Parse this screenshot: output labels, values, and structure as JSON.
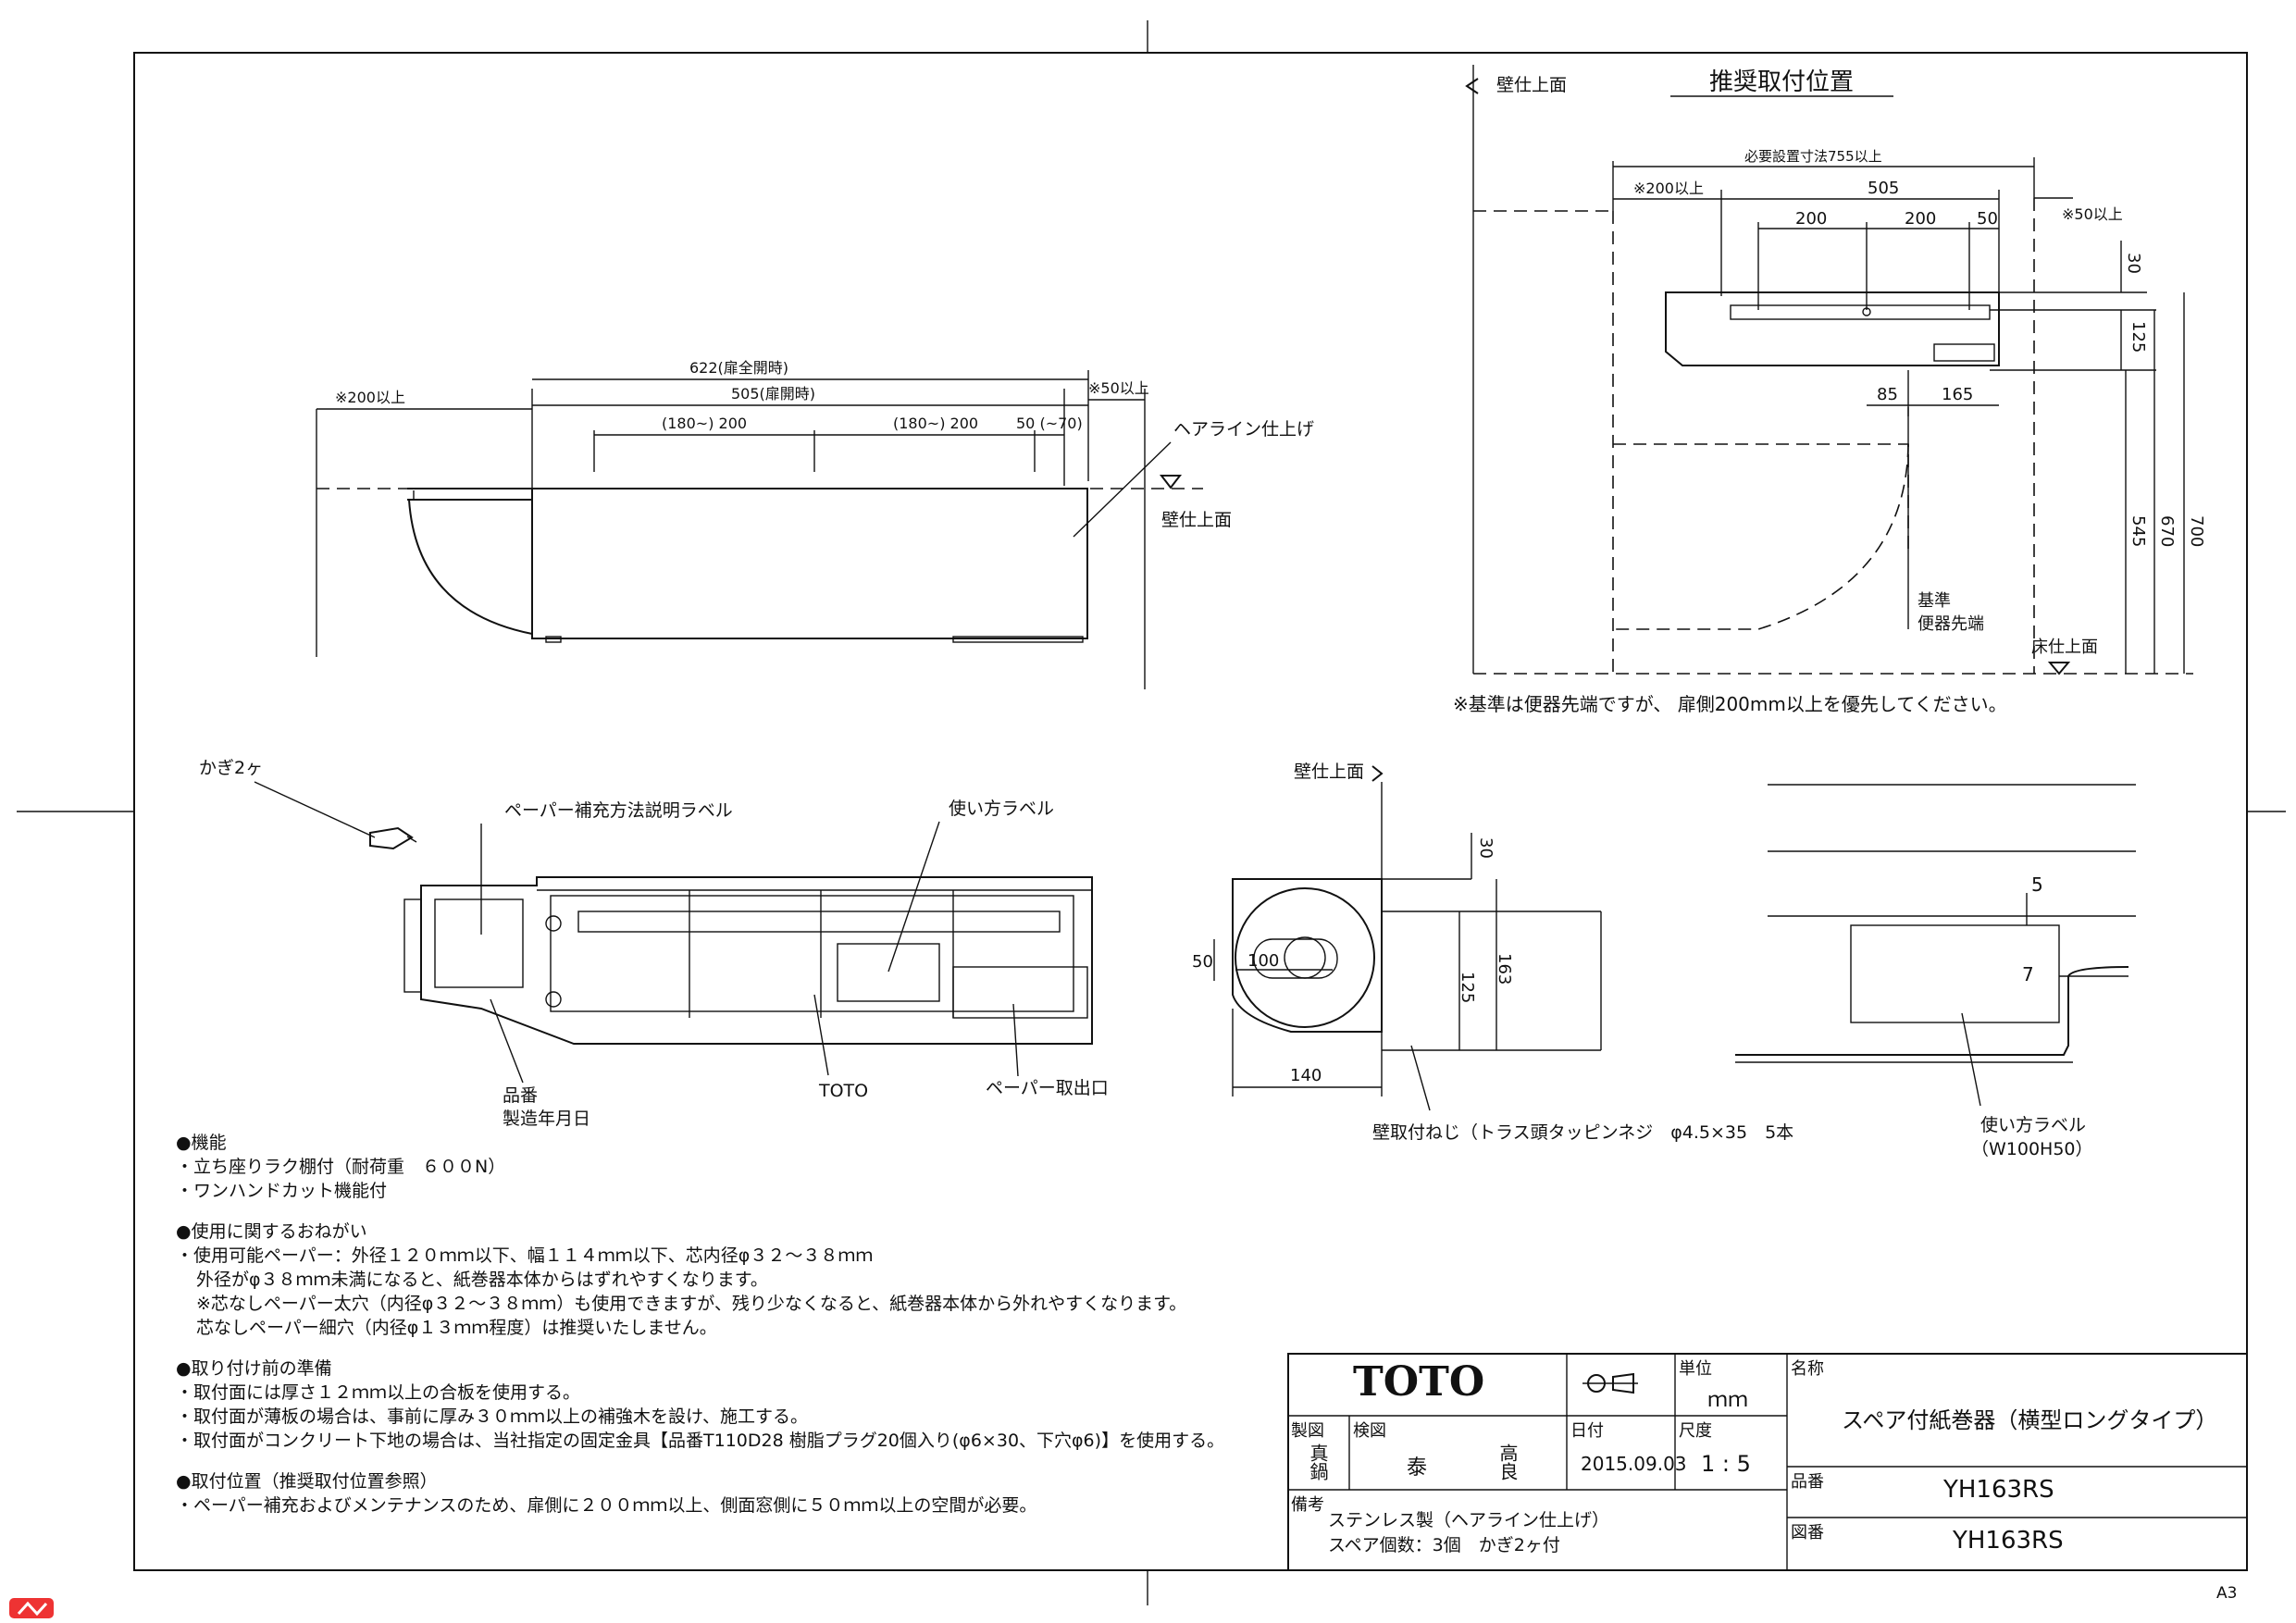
{
  "drawing": {
    "title_recommended": "推奨取付位置",
    "wall_top_label": "壁仕上面",
    "floor_label": "床仕上面",
    "base_label_1": "基準",
    "base_label_2": "便器先端",
    "hairline_label": "ヘアライン仕上げ",
    "key_label": "かぎ2ヶ",
    "paper_label": "ペーパー補充方法説明ラベル",
    "usage_label": "使い方ラベル",
    "part_no_label": "品番",
    "mfg_date_label": "製造年月日",
    "toto_label": "TOTO",
    "outlet_label": "ペーパー取出口",
    "screw_label": "壁取付ねじ（トラス頭タッピンネジ　φ4.5×35　5本",
    "usage_label2": "使い方ラベル",
    "usage_size": "（W100H50）",
    "priority_note": "※基準は便器先端ですが、 扉側200mm以上を優先してください。",
    "sheet_size": "A3"
  },
  "dims_front": {
    "d622": "622(扉全開時)",
    "d505": "505(扉開時)",
    "d200a": "(180~) 200",
    "d200b": "(180~) 200",
    "d50": "50 (~70)",
    "d200min": "※200以上",
    "d50min": "※50以上"
  },
  "dims_top": {
    "d755": "必要設置寸法755以上",
    "d200min": "※200以上",
    "d505": "505",
    "d200a": "200",
    "d200b": "200",
    "d50": "50",
    "d50min": "※50以上",
    "d30": "30",
    "d125": "125",
    "d85": "85",
    "d165": "165",
    "d545": "545",
    "d670": "670",
    "d700": "700"
  },
  "dims_side": {
    "d30": "30",
    "d50": "50",
    "d100": "100",
    "d125": "125",
    "d163": "163",
    "d140": "140"
  },
  "dims_label": {
    "d5": "5",
    "d7": "7"
  },
  "notes": {
    "h1": "●機能",
    "l1": "・立ち座りラク棚付（耐荷重　６００N）",
    "l2": "・ワンハンドカット機能付",
    "h2": "●使用に関するおねがい",
    "l3": "・使用可能ペーパー：外径１２０ｍｍ以下、幅１１４ｍｍ以下、芯内径φ３２～３８ｍｍ",
    "l4": "外径がφ３８ｍｍ未満になると、紙巻器本体からはずれやすくなります。",
    "l5": "※芯なしペーパー太穴（内径φ３２～３８ｍｍ）も使用できますが、残り少なくなると、紙巻器本体から外れやすくなります。",
    "l6": "芯なしペーパー細穴（内径φ１３ｍｍ程度）は推奨いたしません。",
    "h3": "●取り付け前の準備",
    "l7": "・取付面には厚さ１２ｍｍ以上の合板を使用する。",
    "l8": "・取付面が薄板の場合は、事前に厚み３０ｍｍ以上の補強木を設け、施工する。",
    "l9": "・取付面がコンクリート下地の場合は、当社指定の固定金具【品番T110D28 樹脂プラグ20個入り(φ6×30、下穴φ6)】を使用する。",
    "h4": "●取付位置（推奨取付位置参照）",
    "l10": "・ペーパー補充およびメンテナンスのため、扉側に２００ｍｍ以上、側面窓側に５０ｍｍ以上の空間が必要。"
  },
  "titleblock": {
    "brand": "TOTO",
    "unit_label": "単位",
    "unit_value": "ｍｍ",
    "name_label": "名称",
    "name_value": "スペア付紙巻器（横型ロングタイプ）",
    "drawn_label": "製図",
    "drawn_value": "真鍋",
    "checked_label": "検図",
    "checked_value1": "泰",
    "checked_value2": "高良",
    "date_label": "日付",
    "date_value": "2015.09.03",
    "scale_label": "尺度",
    "scale_value": "1 : 5",
    "partno_label": "品番",
    "partno_value": "YH163RS",
    "remarks_label": "備考",
    "remarks_1": "ステンレス製（ヘアライン仕上げ）",
    "remarks_2": "スペア個数：3個　かぎ2ヶ付",
    "dwgno_label": "図番",
    "dwgno_value": "YH163RS"
  }
}
